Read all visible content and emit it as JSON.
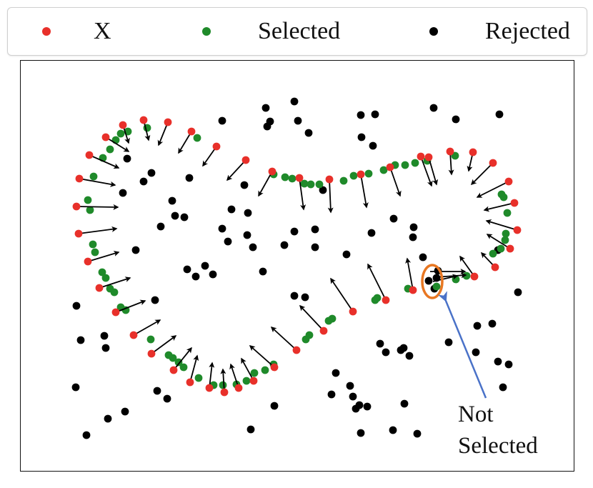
{
  "legend": {
    "items": [
      {
        "label": "X",
        "color": "#e8302a"
      },
      {
        "label": "Selected",
        "color": "#1f8a2a"
      },
      {
        "label": "Rejected",
        "color": "#000000"
      }
    ]
  },
  "annotation": {
    "line1": "Not",
    "line2": "Selected",
    "ring_color": "#e87722",
    "arrow_color": "#4a72c8"
  },
  "colors": {
    "x": "#e8302a",
    "selected": "#1f8a2a",
    "rejected": "#000000",
    "arrow": "#000000"
  }
}
